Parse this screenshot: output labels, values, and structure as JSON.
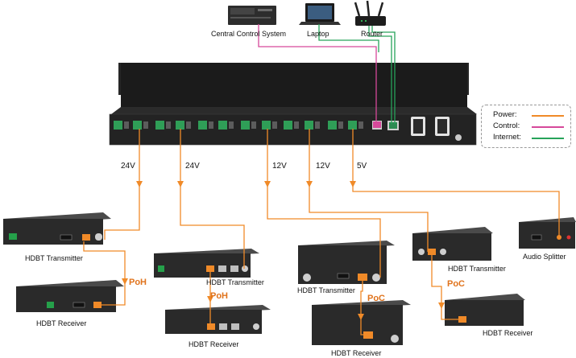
{
  "colors": {
    "power": "#f08a28",
    "control": "#d6499a",
    "internet": "#27a35a",
    "device": "#2a2a2a",
    "panel": "#1f1f1f"
  },
  "top_devices": {
    "central": "Central Control System",
    "laptop": "Laptop",
    "router": "Router"
  },
  "legend": {
    "power": "Power:",
    "control": "Control:",
    "internet": "Internet:"
  },
  "voltages": [
    "24V",
    "24V",
    "12V",
    "12V",
    "5V"
  ],
  "devices": {
    "tx1": "HDBT Transmitter",
    "rx1": "HDBT Receiver",
    "tx2": "HDBT Transmitter",
    "rx2": "HDBT Receiver",
    "tx3": "HDBT Transmitter",
    "rx3": "HDBT Receiver",
    "tx4": "HDBT Transmitter",
    "rx4": "HDBT Receiver",
    "splitter": "Audio Splitter"
  },
  "links": {
    "poh1": "PoH",
    "poh2": "PoH",
    "poc1": "PoC",
    "poc2": "PoC"
  }
}
